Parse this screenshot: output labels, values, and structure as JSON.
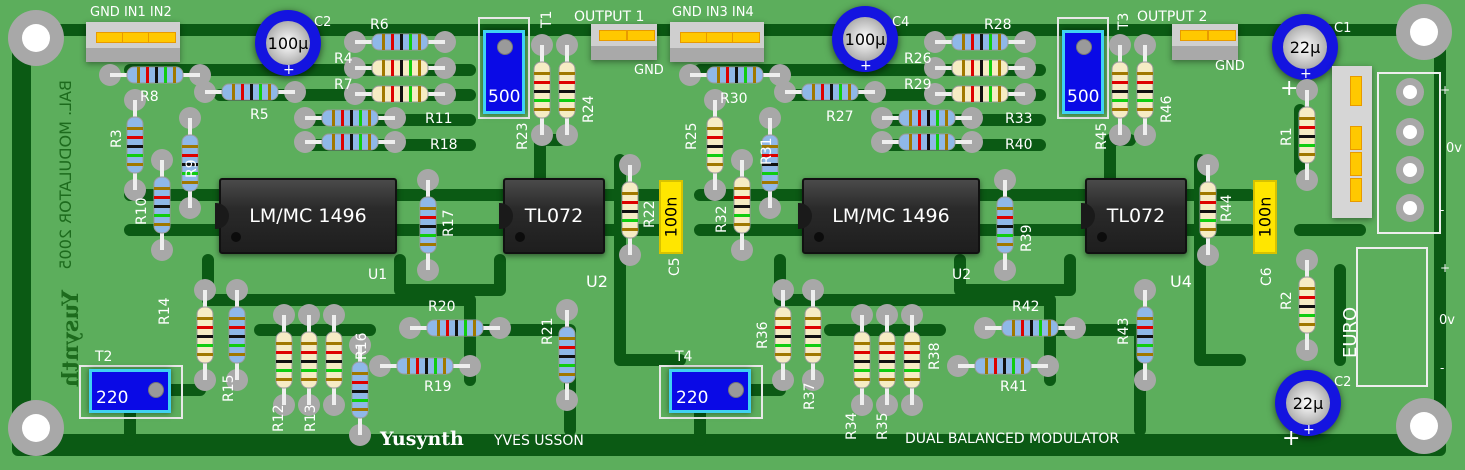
{
  "board": {
    "title": "DUAL BALANCED MODULATOR",
    "author": "YVES USSON",
    "logo": "Yusynth",
    "mirrored_title": "BAL. MODULATOR 2005",
    "mirrored_logo": "Yusynth",
    "colors": {
      "pcb": "#5cae5c",
      "trace": "#0b5a14",
      "silkscreen": "#ffffff",
      "trimmer": "#0a0ae6",
      "film_cap": "#ffe600"
    }
  },
  "connectors": {
    "in_left": "GND IN1 IN2",
    "in_right": "GND IN3 IN4",
    "out1": "OUTPUT  1",
    "out1_gnd": "GND",
    "out2": "OUTPUT  2",
    "out2_gnd": "GND",
    "euro": "EURO",
    "power_plus": "+",
    "power_0v": "0v",
    "power_minus": "-",
    "euro_plus": "+",
    "euro_0v": "0v",
    "euro_minus": "-"
  },
  "ics": [
    {
      "ref": "U1",
      "part": "LM/MC 1496"
    },
    {
      "ref": "U2",
      "part": "TL072"
    },
    {
      "ref": "U2",
      "part": "LM/MC 1496"
    },
    {
      "ref": "U4",
      "part": "TL072"
    }
  ],
  "trimmers": [
    {
      "ref": "T1",
      "value": "500"
    },
    {
      "ref": "T2",
      "value": "220"
    },
    {
      "ref": "T3",
      "value": "500"
    },
    {
      "ref": "T4",
      "value": "220"
    }
  ],
  "capacitors": [
    {
      "ref": "C2",
      "value": "100µ"
    },
    {
      "ref": "C4",
      "value": "100µ"
    },
    {
      "ref": "C1",
      "value": "22µ"
    },
    {
      "ref": "C2",
      "value": "22µ"
    },
    {
      "ref": "C5",
      "value": "100n"
    },
    {
      "ref": "C6",
      "value": "100n"
    }
  ],
  "polarity": {
    "plus": "+"
  },
  "resistors": {
    "R1": "R1",
    "R2": "R2",
    "R3": "R3",
    "R4": "R4",
    "R5": "R5",
    "R6": "R6",
    "R7": "R7",
    "R8": "R8",
    "R9": "R9",
    "R10": "R10",
    "R11": "R11",
    "R12": "R12",
    "R13": "R13",
    "R14": "R14",
    "R15": "R15",
    "R16": "R16",
    "R17": "R17",
    "R18": "R18",
    "R19": "R19",
    "R20": "R20",
    "R21": "R21",
    "R22": "R22",
    "R23": "R23",
    "R24": "R24",
    "R25": "R25",
    "R26": "R26",
    "R27": "R27",
    "R28": "R28",
    "R29": "R29",
    "R30": "R30",
    "R31": "R31",
    "R32": "R32",
    "R33": "R33",
    "R34": "R34",
    "R35": "R35",
    "R36": "R36",
    "R37": "R37",
    "R38": "R38",
    "R39": "R39",
    "R40": "R40",
    "R41": "R41",
    "R42": "R42",
    "R43": "R43",
    "R44": "R44",
    "R45": "R45",
    "R46": "R46"
  }
}
